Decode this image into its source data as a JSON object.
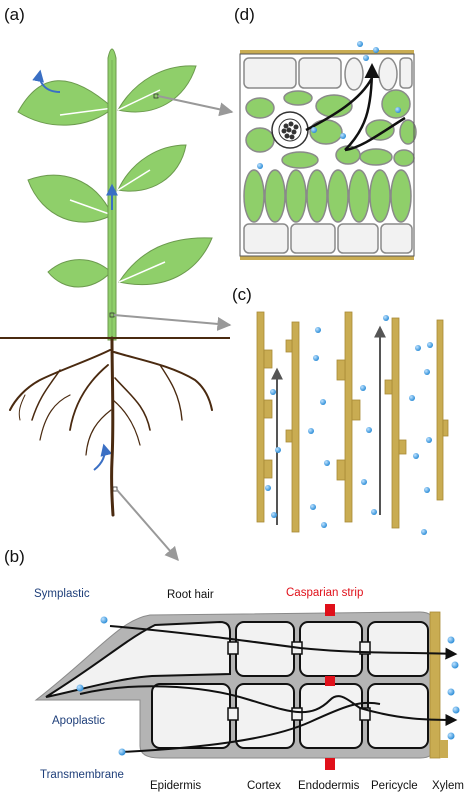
{
  "panels": {
    "a": "(a)",
    "b": "(b)",
    "c": "(c)",
    "d": "(d)"
  },
  "root_labels": {
    "symplastic": "Symplastic",
    "apoplastic": "Apoplastic",
    "transmembrane": "Transmembrane",
    "root_hair": "Root hair",
    "casparian_strip": "Casparian strip",
    "epidermis": "Epidermis",
    "cortex": "Cortex",
    "endodermis": "Endodermis",
    "pericycle": "Pericycle",
    "xylem": "Xylem"
  },
  "colors": {
    "leaf_green": "#8fcf6a",
    "leaf_stroke": "#6c9a4e",
    "wood": "#c9ac52",
    "root_brown": "#4a2a10",
    "water_blue": "#2f8fd8",
    "casparian_red": "#e0101a",
    "arrow_blue": "#3a6fc4",
    "gray_arrow": "#999999"
  }
}
